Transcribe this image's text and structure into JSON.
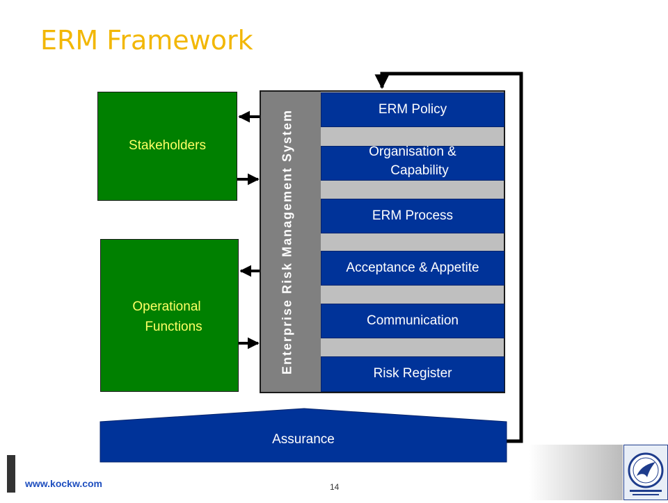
{
  "title": "ERM Framework",
  "left_boxes": {
    "stakeholders": "Stakeholders",
    "operational_line1": "Operational",
    "operational_line2": "Functions"
  },
  "system_label": "Enterprise Risk Management System",
  "components": {
    "erm_policy": "ERM Policy",
    "organisation_line1": "Organisation &",
    "organisation_line2": "Capability",
    "erm_process": "ERM Process",
    "acceptance": "Acceptance & Appetite",
    "communication": "Communication",
    "risk_register": "Risk Register"
  },
  "assurance": "Assurance",
  "footer": {
    "url": "www.kockw.com",
    "page": "14"
  },
  "colors": {
    "title": "#f2b705",
    "green_box": "#008000",
    "green_text": "#ffff66",
    "blue_box": "#003399",
    "frame_grey": "#bfbfbf",
    "strip_grey": "#808080"
  }
}
